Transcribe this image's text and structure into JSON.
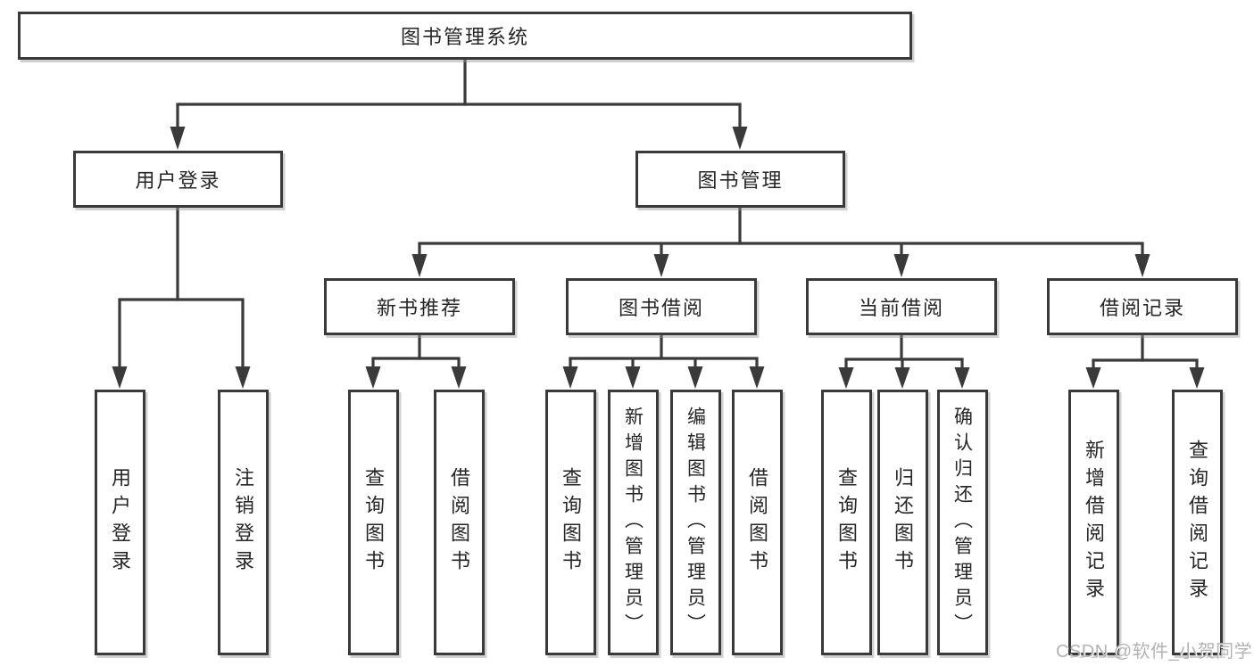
{
  "colors": {
    "line": "#3a3a3a",
    "box_border": "#3a3a3a",
    "box_fill": "#ffffff",
    "text": "#262626",
    "watermark": "#b3b3b3",
    "background": "#ffffff"
  },
  "tree": {
    "label": "图书管理系统",
    "children": [
      {
        "label": "用户登录",
        "children": [
          {
            "label": "用户登录"
          },
          {
            "label": "注销登录"
          }
        ]
      },
      {
        "label": "图书管理",
        "children": [
          {
            "label": "新书推荐",
            "children": [
              {
                "label": "查询图书"
              },
              {
                "label": "借阅图书"
              }
            ]
          },
          {
            "label": "图书借阅",
            "children": [
              {
                "label": "查询图书"
              },
              {
                "label": "新增图书（管理员）"
              },
              {
                "label": "编辑图书（管理员）"
              },
              {
                "label": "借阅图书"
              }
            ]
          },
          {
            "label": "当前借阅",
            "children": [
              {
                "label": "查询图书"
              },
              {
                "label": "归还图书"
              },
              {
                "label": "确认归还（管理员）"
              }
            ]
          },
          {
            "label": "借阅记录",
            "children": [
              {
                "label": "新增借阅记录"
              },
              {
                "label": "查询借阅记录"
              }
            ]
          }
        ]
      }
    ]
  },
  "watermark": {
    "text": "CSDN @软件_小贺同学"
  }
}
